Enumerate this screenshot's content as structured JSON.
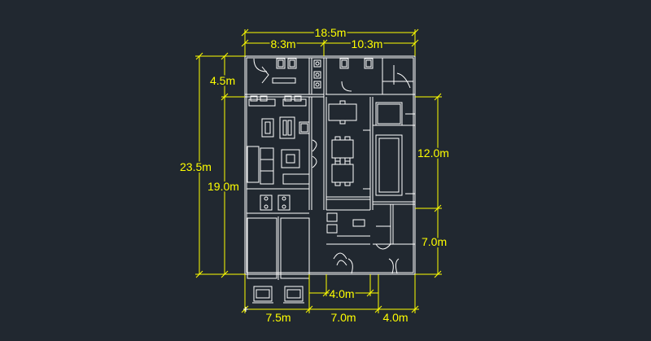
{
  "colors": {
    "background": "#212830",
    "linework": "#ffffff",
    "dimension": "#ffff00"
  },
  "dimensions": {
    "overall_width": "18.5m",
    "top_left_width": "8.3m",
    "top_right_width": "10.3m",
    "overall_height": "23.5m",
    "top_strip_height": "4.5m",
    "lower_height": "19.0m",
    "right_upper_height": "12.0m",
    "right_lower_height": "7.0m",
    "bottom_mid_width": "4.0m",
    "bottom_left_width": "7.5m",
    "bottom_center_width": "7.0m",
    "bottom_right_width": "4.0m"
  },
  "cursor_icon": "crosshair-cursor-icon"
}
